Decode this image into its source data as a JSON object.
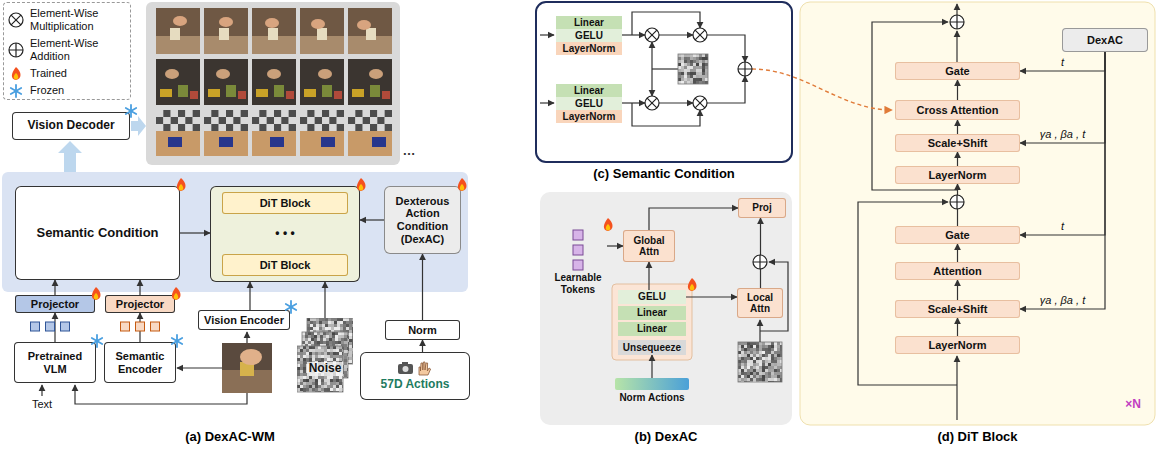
{
  "diagram": {
    "nodes": [
      {
        "text": [
          "Vision Decoder"
        ]
      },
      {
        "text": [
          "Semantic Condition"
        ]
      },
      {
        "text": [
          "• • •"
        ]
      },
      {
        "text": [
          "DiT Block"
        ],
        "in": 2
      },
      {
        "text": [
          "DiT Block"
        ],
        "in": 2
      },
      {
        "text": [
          "Dexterous Action Condition (DexAC)"
        ]
      },
      {
        "text": [
          "Projector"
        ]
      },
      {
        "text": [
          "Projector"
        ]
      },
      {
        "text": [
          "Vision Encoder"
        ]
      },
      {
        "text": [
          "Pretrained VLM"
        ]
      },
      {
        "text": [
          "Semantic Encoder"
        ]
      },
      {
        "text": [
          "Noise"
        ]
      },
      {
        "text": [
          "Norm"
        ]
      },
      {
        "text": [
          "57D Actions"
        ]
      },
      {
        "text": [
          "(c) Semantic Condition"
        ]
      },
      {
        "text": [
          "Linear"
        ],
        "in": 14
      },
      {
        "text": [
          "GELU"
        ],
        "in": 14
      },
      {
        "text": [
          "LayerNorm"
        ],
        "in": 14
      },
      {
        "text": [
          "Linear"
        ],
        "in": 14
      },
      {
        "text": [
          "GELU"
        ],
        "in": 14
      },
      {
        "text": [
          "LayerNorm"
        ],
        "in": 14
      },
      {
        "text": [
          "(b) DexAC"
        ]
      },
      {
        "text": [
          "Proj"
        ],
        "in": 21
      },
      {
        "text": [
          "Global Attn"
        ],
        "in": 21
      },
      {
        "text": [
          "Learnable Tokens"
        ],
        "in": 21
      },
      {
        "text": [
          "GELU"
        ],
        "in": 21
      },
      {
        "text": [
          "Linear"
        ],
        "in": 21
      },
      {
        "text": [
          "Linear"
        ],
        "in": 21
      },
      {
        "text": [
          "Unsequeeze"
        ],
        "in": 21
      },
      {
        "text": [
          "Local Attn"
        ],
        "in": 21
      },
      {
        "text": [
          "Norm Actions"
        ],
        "in": 21
      },
      {
        "text": [
          "(d) DiT Block"
        ]
      },
      {
        "text": [
          "DexAC"
        ],
        "in": 31
      },
      {
        "text": [
          "Gate"
        ],
        "in": 31
      },
      {
        "text": [
          "Cross Attention"
        ],
        "in": 31
      },
      {
        "text": [
          "Scale+Shift"
        ],
        "in": 31
      },
      {
        "text": [
          "LayerNorm"
        ],
        "in": 31
      },
      {
        "text": [
          "Gate"
        ],
        "in": 31
      },
      {
        "text": [
          "Attention"
        ],
        "in": 31
      },
      {
        "text": [
          "Scale+Shift"
        ],
        "in": 31
      },
      {
        "text": [
          "LayerNorm"
        ],
        "in": 31
      }
    ],
    "edges": [
      {
        "from": 9,
        "to": 6,
        "arrow": "to"
      },
      {
        "from": 10,
        "to": 7,
        "arrow": "to"
      },
      {
        "from": 6,
        "to": 1,
        "arrow": "to"
      },
      {
        "from": 7,
        "to": 1,
        "arrow": "to"
      },
      {
        "from": 1,
        "to": 2,
        "arrow": "to"
      },
      {
        "from": 8,
        "to": 2,
        "arrow": "to"
      },
      {
        "from": 11,
        "to": 2,
        "arrow": "to"
      },
      {
        "from": 5,
        "to": 2,
        "arrow": "to"
      },
      {
        "from": 13,
        "to": 12,
        "arrow": "to"
      },
      {
        "from": 12,
        "to": 5,
        "arrow": "to"
      },
      {
        "from": 30,
        "to": 28,
        "arrow": "to"
      },
      {
        "from": 25,
        "to": 23,
        "arrow": "to"
      },
      {
        "from": 25,
        "to": 29,
        "arrow": "to"
      },
      {
        "from": 24,
        "to": 23,
        "arrow": "to"
      },
      {
        "from": 23,
        "to": 22,
        "arrow": "to"
      },
      {
        "from": 29,
        "to": 22,
        "arrow": "to"
      },
      {
        "from": 40,
        "to": 39,
        "arrow": "to"
      },
      {
        "from": 39,
        "to": 38,
        "arrow": "to"
      },
      {
        "from": 38,
        "to": 37,
        "arrow": "to"
      },
      {
        "from": 37,
        "to": 36,
        "arrow": "to"
      },
      {
        "from": 36,
        "to": 35,
        "arrow": "to"
      },
      {
        "from": 35,
        "to": 34,
        "arrow": "to"
      },
      {
        "from": 34,
        "to": 33,
        "arrow": "to"
      },
      {
        "from": 32,
        "to": 33,
        "label": "t",
        "arrow": "to"
      },
      {
        "from": 32,
        "to": 35,
        "label": "γa , βa , t",
        "arrow": "to"
      },
      {
        "from": 32,
        "to": 37,
        "label": "t",
        "arrow": "to"
      },
      {
        "from": 32,
        "to": 39,
        "label": "γa , βa , t",
        "arrow": "to"
      }
    ],
    "labels": [
      "Text",
      "…",
      "(a) DexAC-WM",
      "×N"
    ],
    "legend": [
      {
        "text": "Element-Wise Multiplication"
      },
      {
        "text": "Element-Wise Addition"
      },
      {
        "text": "Trained"
      },
      {
        "text": "Frozen"
      }
    ]
  }
}
